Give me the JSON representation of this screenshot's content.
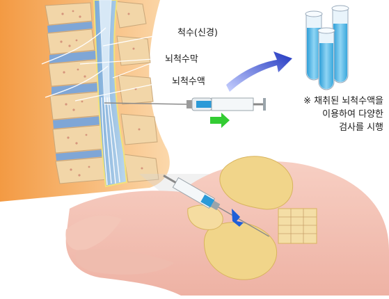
{
  "labels": {
    "spinal_cord": "척수(신경)",
    "meninges": "뇌척수막",
    "csf": "뇌척수액"
  },
  "note": {
    "line1": "※  채취된 뇌척수액을",
    "line2": "이용하여 다양한",
    "line3": "검사를 시행"
  },
  "colors": {
    "skin": "#f6a04c",
    "bone": "#f2d6a8",
    "disc": "#7fa6d6",
    "arrow": "#2f44c8",
    "green_arrow": "#33cc33",
    "tube_fluid": "#53b6e6"
  }
}
